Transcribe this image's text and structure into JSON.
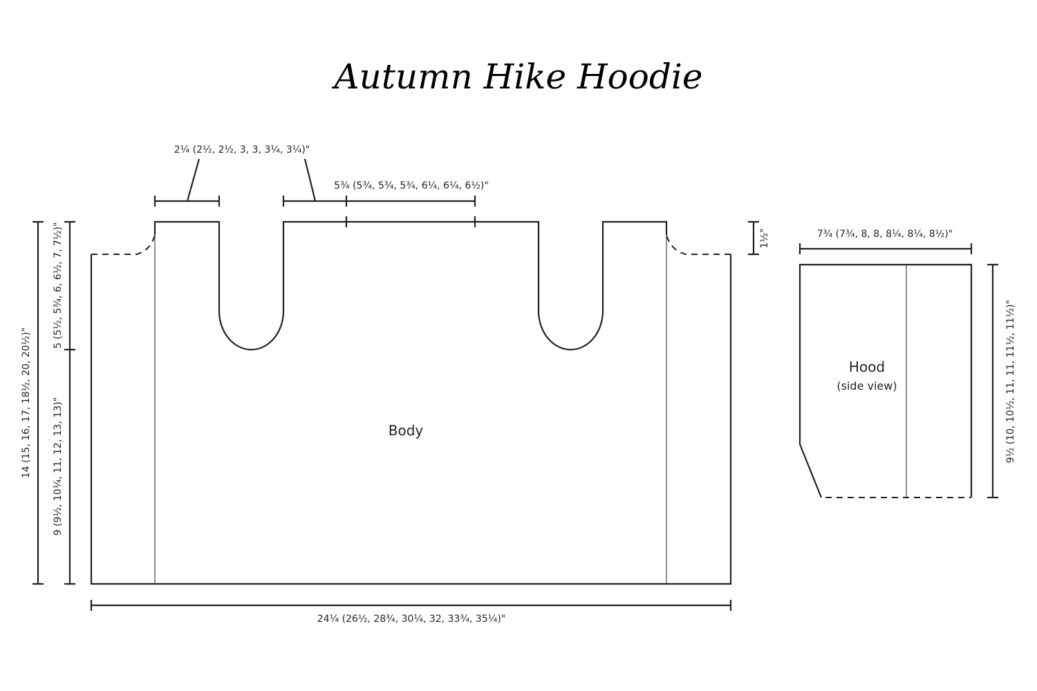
{
  "title": "Autumn Hike Hoodie",
  "pieces": {
    "body": "Body",
    "hood": "Hood",
    "hood_sub": "(side view)"
  },
  "dimensions": {
    "shoulder_width": "2¼ (2½, 2½, 3, 3, 3¼, 3¼)\"",
    "neck_width": "5¾ (5¾, 5¾, 5¾, 6¼, 6¼, 6½)\"",
    "shoulder_drop": "1½\"",
    "hood_width": "7¾ (7¾, 8, 8, 8¼, 8¼, 8½)\"",
    "hood_height": "9½ (10, 10½, 11, 11, 11½, 11½)\"",
    "total_length": "14 (15, 16, 17, 18½, 20, 20½)\"",
    "armhole_depth": "5 (5½, 5¾, 6, 6½, 7, 7½)\"",
    "body_length": "9 (9½, 10¼, 11, 12, 13, 13)\"",
    "body_width": "24¼ (26½, 28¾, 30¼, 32, 33¾, 35¼)\""
  }
}
